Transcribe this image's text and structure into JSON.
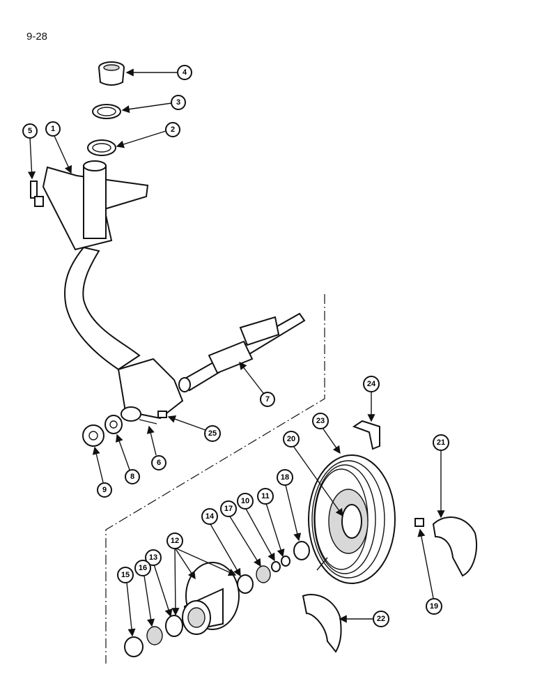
{
  "page_label": "9-28",
  "callouts": [
    {
      "id": "c1",
      "label": "1"
    },
    {
      "id": "c2",
      "label": "2"
    },
    {
      "id": "c3",
      "label": "3"
    },
    {
      "id": "c4",
      "label": "4"
    },
    {
      "id": "c5",
      "label": "5"
    },
    {
      "id": "c6",
      "label": "6"
    },
    {
      "id": "c7",
      "label": "7"
    },
    {
      "id": "c8",
      "label": "8"
    },
    {
      "id": "c9",
      "label": "9"
    },
    {
      "id": "c10",
      "label": "10"
    },
    {
      "id": "c11",
      "label": "11"
    },
    {
      "id": "c12",
      "label": "12"
    },
    {
      "id": "c13",
      "label": "13"
    },
    {
      "id": "c14",
      "label": "14"
    },
    {
      "id": "c15",
      "label": "15"
    },
    {
      "id": "c16",
      "label": "16"
    },
    {
      "id": "c17",
      "label": "17"
    },
    {
      "id": "c18",
      "label": "18"
    },
    {
      "id": "c19",
      "label": "19"
    },
    {
      "id": "c20",
      "label": "20"
    },
    {
      "id": "c21",
      "label": "21"
    },
    {
      "id": "c22",
      "label": "22"
    },
    {
      "id": "c23",
      "label": "23"
    },
    {
      "id": "c24",
      "label": "24"
    },
    {
      "id": "c25",
      "label": "25"
    }
  ]
}
